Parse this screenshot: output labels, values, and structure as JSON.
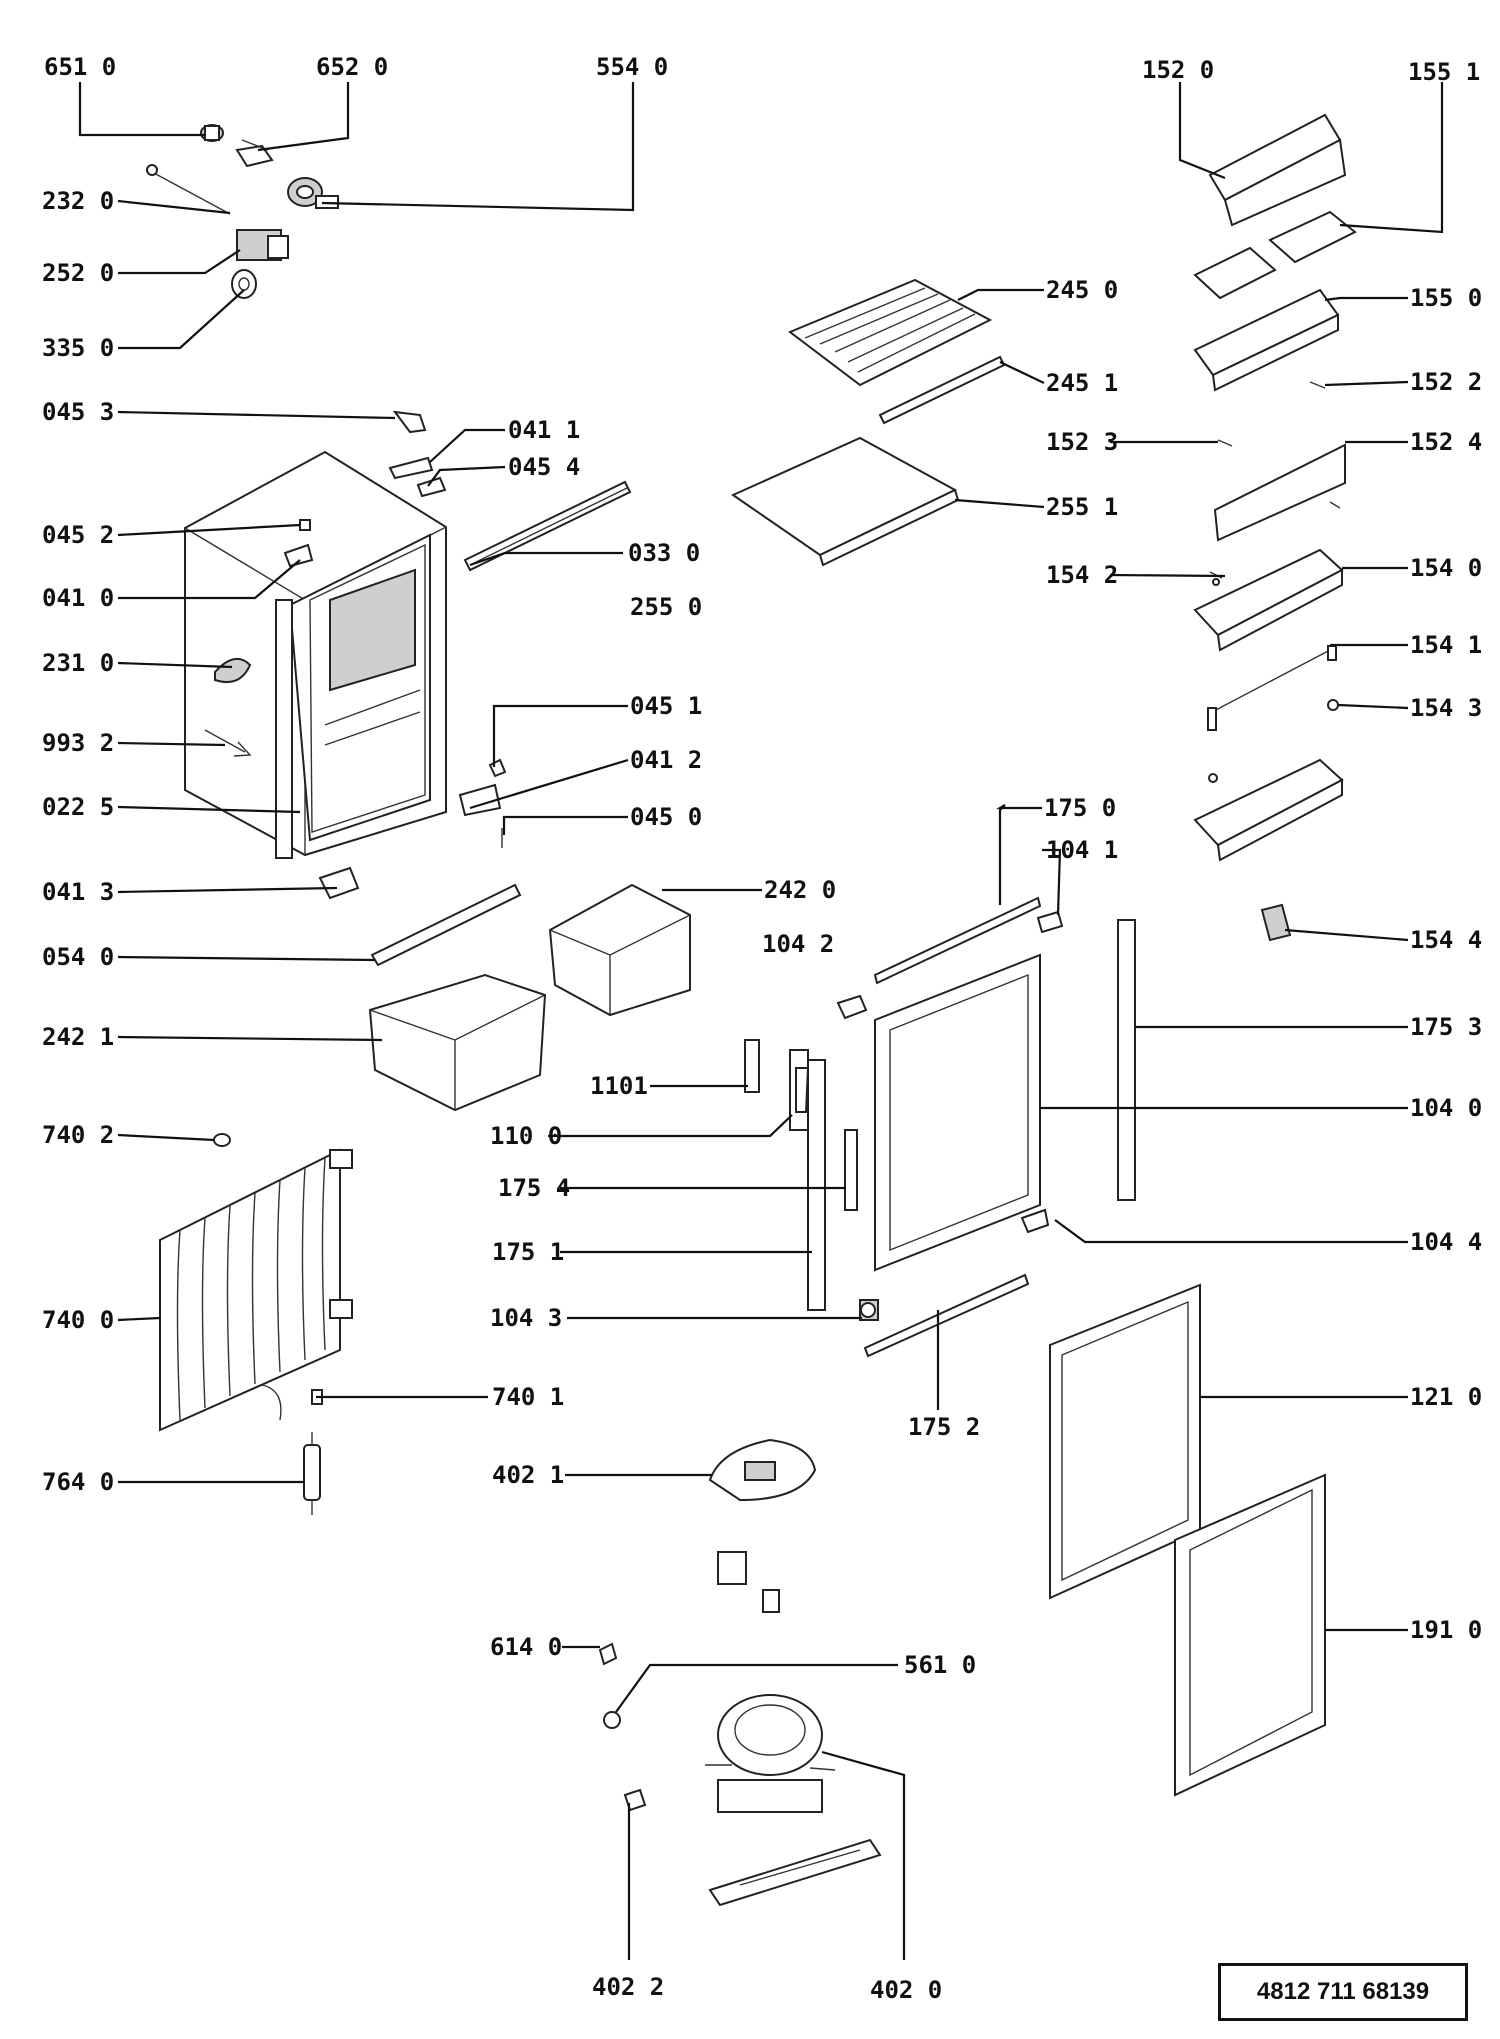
{
  "document_code": "4812 711 68139",
  "labels": {
    "p6510": "651 0",
    "p6520": "652  0",
    "p5540": "554  0",
    "p2320": "232 0",
    "p2520": "252 0",
    "p3350": "335 0",
    "p0453": "045 3",
    "p0411": "041 1",
    "p0454": "045 4",
    "p0452": "045 2",
    "p0410": "041 0",
    "p0330": "033 0",
    "p2550": "255 0",
    "p2310": "231 0",
    "p9932": "993 2",
    "p0451": "045 1",
    "p0412": "041 2",
    "p0225": "022 5",
    "p0450": "045 0",
    "p0413": "041 3",
    "p2420": "242 0",
    "p0540": "054 0",
    "p2421": "242 1",
    "p1101": "1101",
    "p1100": "110  0",
    "p7402": "740  2",
    "p1754": "175 4",
    "p1751": "175 1",
    "p7400": "740 0",
    "p1043": "104  3",
    "p7401": "740 1",
    "p4021": "402 1",
    "p7640": "764 0",
    "p6140": "614 0",
    "p5610": "561 0",
    "p4022": "402  2",
    "p4020": "402  0",
    "p1520": "152  0",
    "p1551": "155 1",
    "p2450": "245 0",
    "p1550": "155 0",
    "p2451": "245 1",
    "p1522": "152 2",
    "p1523": "152  3",
    "p1524": "152 4",
    "p2551": "255 1",
    "p1542": "154  2",
    "p1540": "154 0",
    "p1541": "154 1",
    "p1543": "154 3",
    "p1750": "175  0",
    "p1041": "104  1",
    "p1042": "104  2",
    "p1544": "154 4",
    "p1753": "175 3",
    "p1040": "104 0",
    "p1044": "104 4",
    "p1752": "175 2",
    "p1210": "121 0",
    "p1910": "191 0"
  }
}
